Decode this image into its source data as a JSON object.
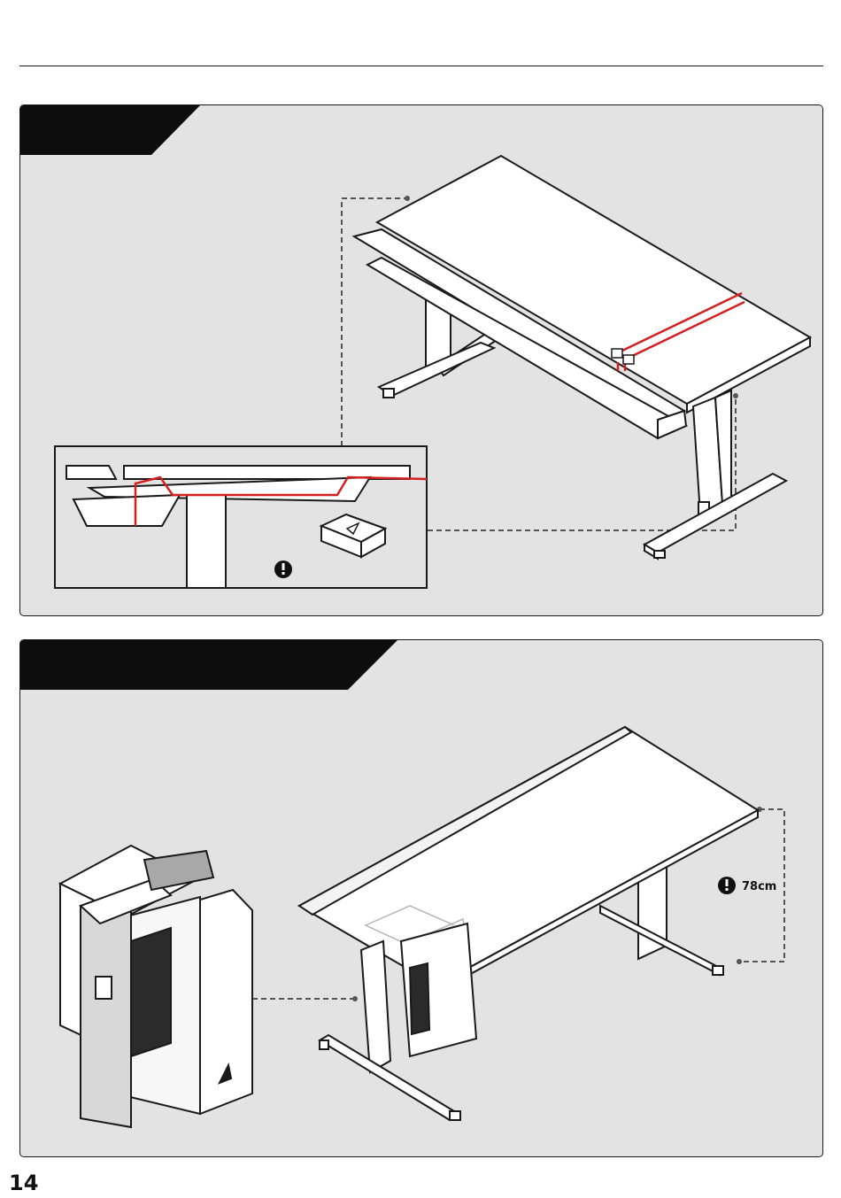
{
  "page": {
    "number": "14"
  },
  "step1": {
    "title": "",
    "illustration": "desk-with-cable-tray-and-red-cable-routing",
    "detail": {
      "note_icon": "exclamation-icon"
    }
  },
  "step2": {
    "title": "",
    "illustration": "desk-with-under-desk-pc-mount",
    "height_callout": {
      "icon": "exclamation-icon",
      "text": "78cm"
    }
  },
  "colors": {
    "panel_bg": "#e3e3e3",
    "header": "#0d0d0d",
    "cable": "#d42020",
    "outline": "#1a1a1a"
  }
}
